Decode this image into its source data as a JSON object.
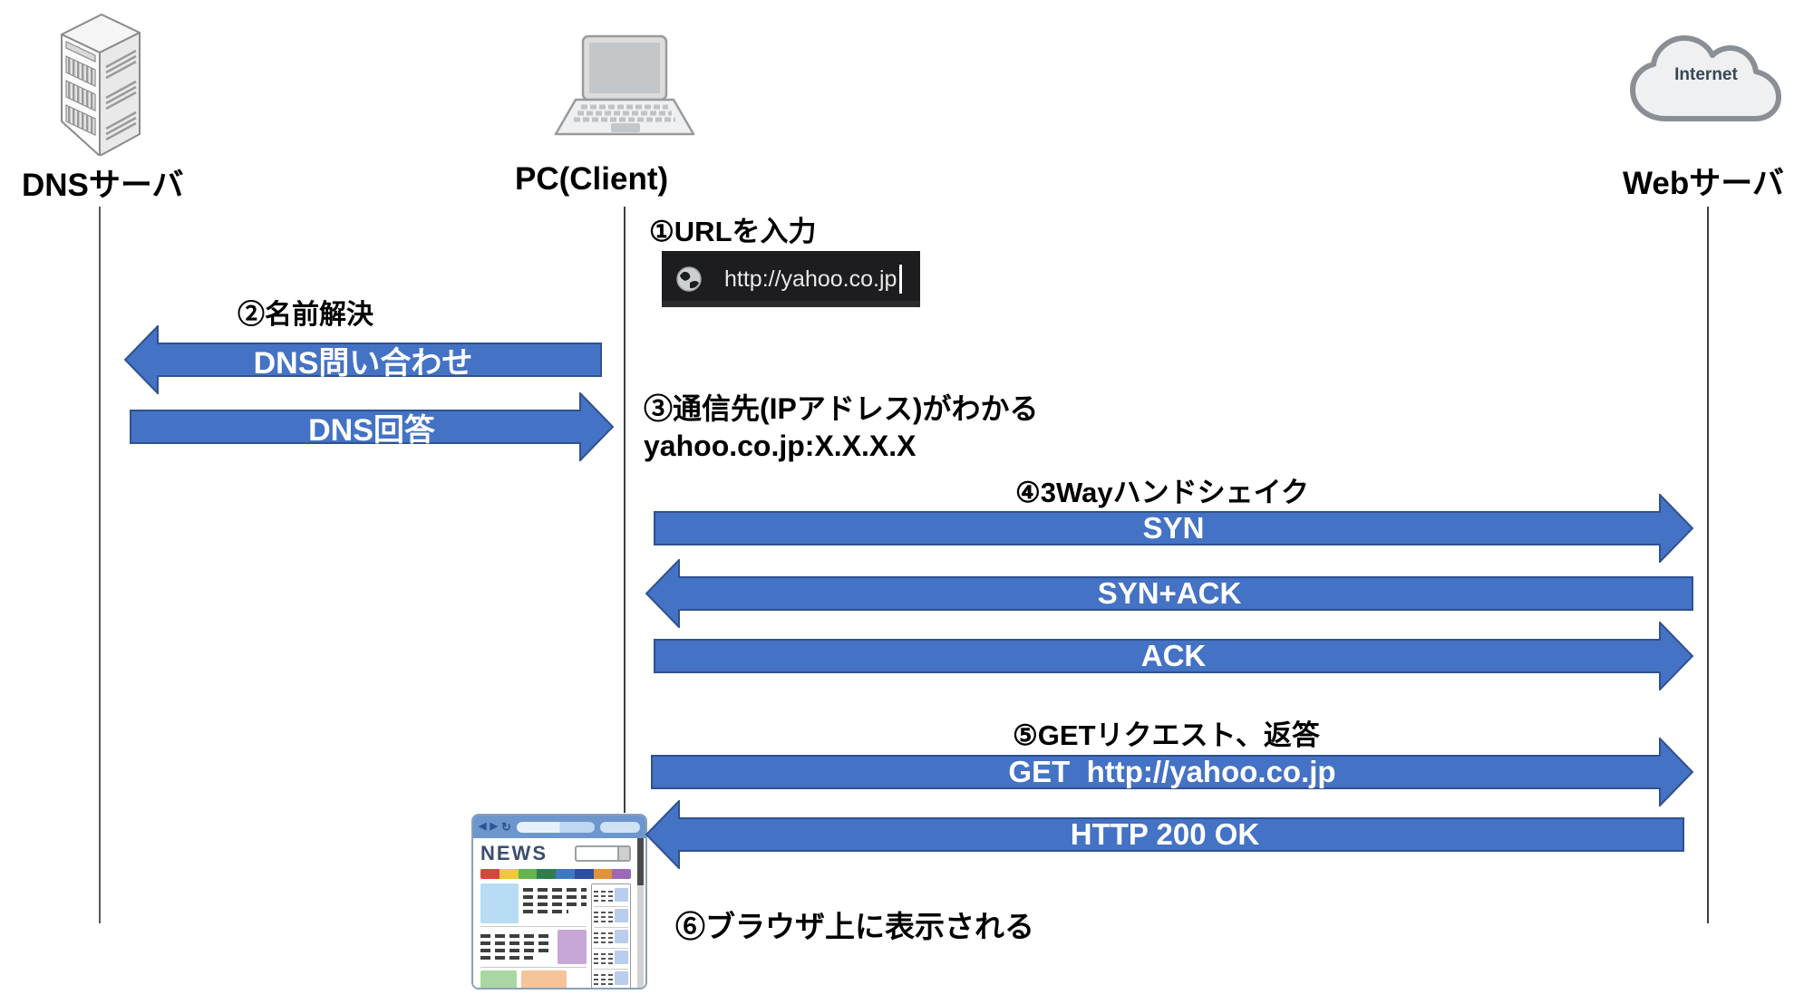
{
  "actors": {
    "dns_server": {
      "label": "DNSサーバ"
    },
    "pc_client": {
      "label": "PC(Client)"
    },
    "web_server": {
      "label": "Webサーバ",
      "cloud_label": "Internet"
    }
  },
  "steps": {
    "step1": "①URLを入力",
    "step2": "②名前解決",
    "step3_line1": "③通信先(IPアドレス)がわかる",
    "step3_line2": "yahoo.co.jp:X.X.X.X",
    "step4": "④3Wayハンドシェイク",
    "step5": "⑤GETリクエスト、返答",
    "step6": "⑥ブラウザ上に表示される"
  },
  "url_bar": {
    "value": "http://yahoo.co.jp"
  },
  "messages": [
    {
      "id": "dns-query",
      "label": "DNS問い合わせ",
      "direction": "left"
    },
    {
      "id": "dns-answer",
      "label": "DNS回答",
      "direction": "right"
    },
    {
      "id": "syn",
      "label": "SYN",
      "direction": "right"
    },
    {
      "id": "syn-ack",
      "label": "SYN+ACK",
      "direction": "left"
    },
    {
      "id": "ack",
      "label": "ACK",
      "direction": "right"
    },
    {
      "id": "get-request",
      "label": "GET  http://yahoo.co.jp",
      "direction": "right"
    },
    {
      "id": "http-response",
      "label": "HTTP 200 OK",
      "direction": "left"
    }
  ],
  "browser_preview": {
    "masthead": "NEWS"
  },
  "colors": {
    "arrow_fill": "#4472C4",
    "arrow_border": "#2F528F",
    "url_bar_bg": "#1D1D20",
    "browser_titlebar": "#6D96CC"
  }
}
